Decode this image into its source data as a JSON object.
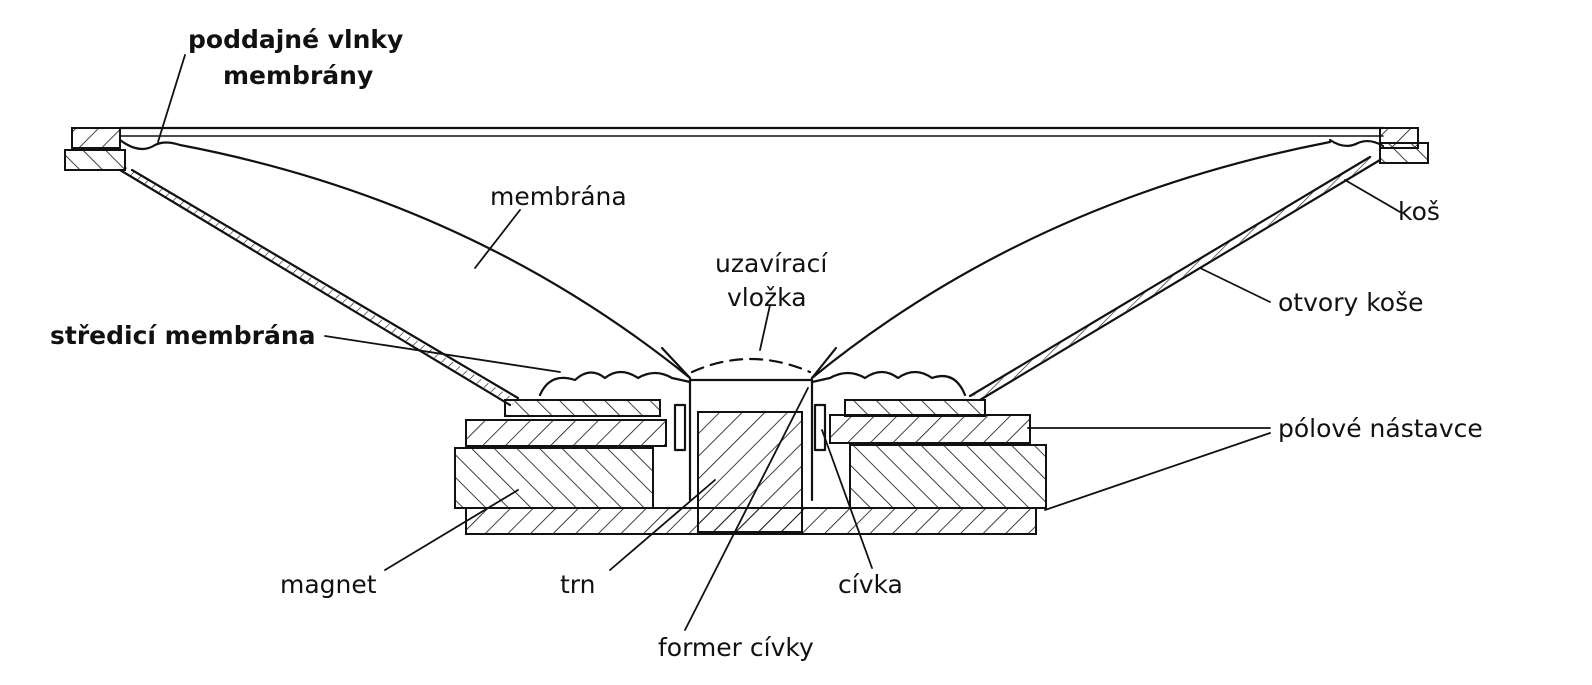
{
  "labels": {
    "poddajne_vlnky_line1": "poddajné vlnky",
    "poddajne_vlnky_line2": "membrány",
    "membrana": "membrána",
    "uzaviraci_line1": "uzavírací",
    "uzaviraci_line2": "vložka",
    "kos": "koš",
    "otvory_kose": "otvory koše",
    "stredici_membrana": "středicí membrána",
    "polove_nastavce": "pólové nástavce",
    "magnet": "magnet",
    "trn": "trn",
    "civka": "cívka",
    "former_civky": "former cívky"
  },
  "colors": {
    "ink": "#111111",
    "background": "#ffffff"
  }
}
